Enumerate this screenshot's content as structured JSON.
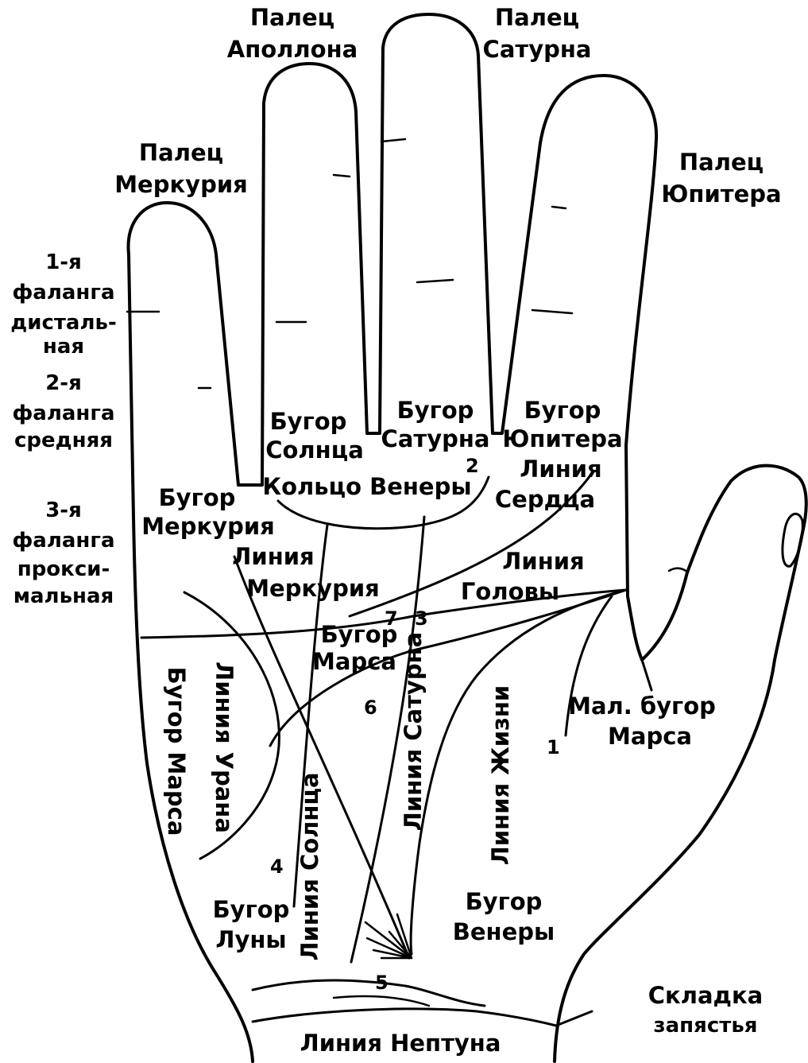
{
  "labels": {
    "finger_apollo": [
      "Палец",
      "Аполлона"
    ],
    "finger_saturn": [
      "Палец",
      "Сатурна"
    ],
    "finger_mercury": [
      "Палец",
      "Меркурия"
    ],
    "finger_jupiter": [
      "Палец",
      "Юпитера"
    ],
    "phalanx_1": [
      "1-я",
      "фаланга",
      "дисталь-",
      "ная"
    ],
    "phalanx_2": [
      "2-я",
      "фаланга",
      "средняя"
    ],
    "phalanx_3": [
      "3-я",
      "фаланга",
      "прокси-",
      "мальная"
    ],
    "mount_sun": [
      "Бугор",
      "Солнца"
    ],
    "mount_saturn": [
      "Бугор",
      "Сатурна"
    ],
    "mount_jupiter": [
      "Бугор",
      "Юпитера"
    ],
    "ring_venus": "Кольцо Венеры",
    "heart_line": [
      "Линия",
      "Сердца"
    ],
    "mount_mercury": [
      "Бугор",
      "Меркурия"
    ],
    "mercury_line": [
      "Линия",
      "Меркурия"
    ],
    "head_line": [
      "Линия",
      "Головы"
    ],
    "mount_mars": [
      "Бугор",
      "Марса"
    ],
    "mount_mars_vertical": "Бугор Марса",
    "uranus_line": "Линия Урана",
    "saturn_line": "Линия Сатурна",
    "life_line": "Линия Жизни",
    "small_mount_mars": [
      "Мал. бугор",
      "Марса"
    ],
    "sun_line": "Линия Солнца",
    "mount_moon": [
      "Бугор",
      "Луны"
    ],
    "mount_venus": [
      "Бугор",
      "Венеры"
    ],
    "wrist_crease": [
      "Складка",
      "запястья"
    ],
    "neptune_line": "Линия Нептуна"
  },
  "numbers": [
    "1",
    "2",
    "3",
    "4",
    "5",
    "6",
    "7"
  ]
}
